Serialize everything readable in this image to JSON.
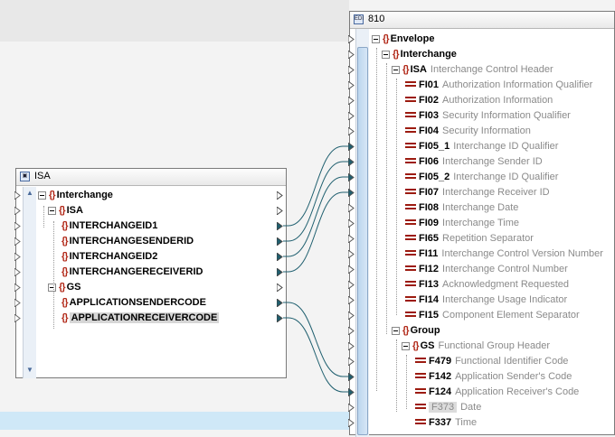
{
  "left_window": {
    "title": "ISA",
    "rows": [
      {
        "label": "Interchange"
      },
      {
        "label": "ISA"
      },
      {
        "label": "INTERCHANGEID1"
      },
      {
        "label": "INTERCHANGESENDERID"
      },
      {
        "label": "INTERCHANGEID2"
      },
      {
        "label": "INTERCHANGERECEIVERID"
      },
      {
        "label": "GS"
      },
      {
        "label": "APPLICATIONSENDERCODE"
      },
      {
        "label": "APPLICATIONRECEIVERCODE"
      }
    ]
  },
  "right_window": {
    "title": "810",
    "rows": [
      {
        "label": "Envelope",
        "desc": ""
      },
      {
        "label": "Interchange",
        "desc": ""
      },
      {
        "label": "ISA",
        "desc": "Interchange Control Header"
      },
      {
        "label": "FI01",
        "desc": "Authorization Information Qualifier"
      },
      {
        "label": "FI02",
        "desc": "Authorization Information"
      },
      {
        "label": "FI03",
        "desc": "Security Information Qualifier"
      },
      {
        "label": "FI04",
        "desc": "Security Information"
      },
      {
        "label": "FI05_1",
        "desc": "Interchange ID Qualifier"
      },
      {
        "label": "FI06",
        "desc": "Interchange Sender ID"
      },
      {
        "label": "FI05_2",
        "desc": "Interchange ID Qualifier"
      },
      {
        "label": "FI07",
        "desc": "Interchange Receiver ID"
      },
      {
        "label": "FI08",
        "desc": "Interchange Date"
      },
      {
        "label": "FI09",
        "desc": "Interchange Time"
      },
      {
        "label": "FI65",
        "desc": "Repetition Separator"
      },
      {
        "label": "FI11",
        "desc": "Interchange Control Version Number"
      },
      {
        "label": "FI12",
        "desc": "Interchange Control Number"
      },
      {
        "label": "FI13",
        "desc": "Acknowledgment Requested"
      },
      {
        "label": "FI14",
        "desc": "Interchange Usage Indicator"
      },
      {
        "label": "FI15",
        "desc": "Component Element Separator"
      },
      {
        "label": "Group",
        "desc": ""
      },
      {
        "label": "GS",
        "desc": "Functional Group Header"
      },
      {
        "label": "F479",
        "desc": "Functional Identifier Code"
      },
      {
        "label": "F142",
        "desc": "Application Sender's Code"
      },
      {
        "label": "F124",
        "desc": "Application Receiver's Code"
      },
      {
        "label": "F373",
        "desc": "Date"
      },
      {
        "label": "F337",
        "desc": "Time"
      }
    ]
  },
  "colors": {
    "connector": "#1f5f6f",
    "bracket": "#b22a1a",
    "field": "#9c1b10",
    "desc": "#8a8a8a"
  }
}
